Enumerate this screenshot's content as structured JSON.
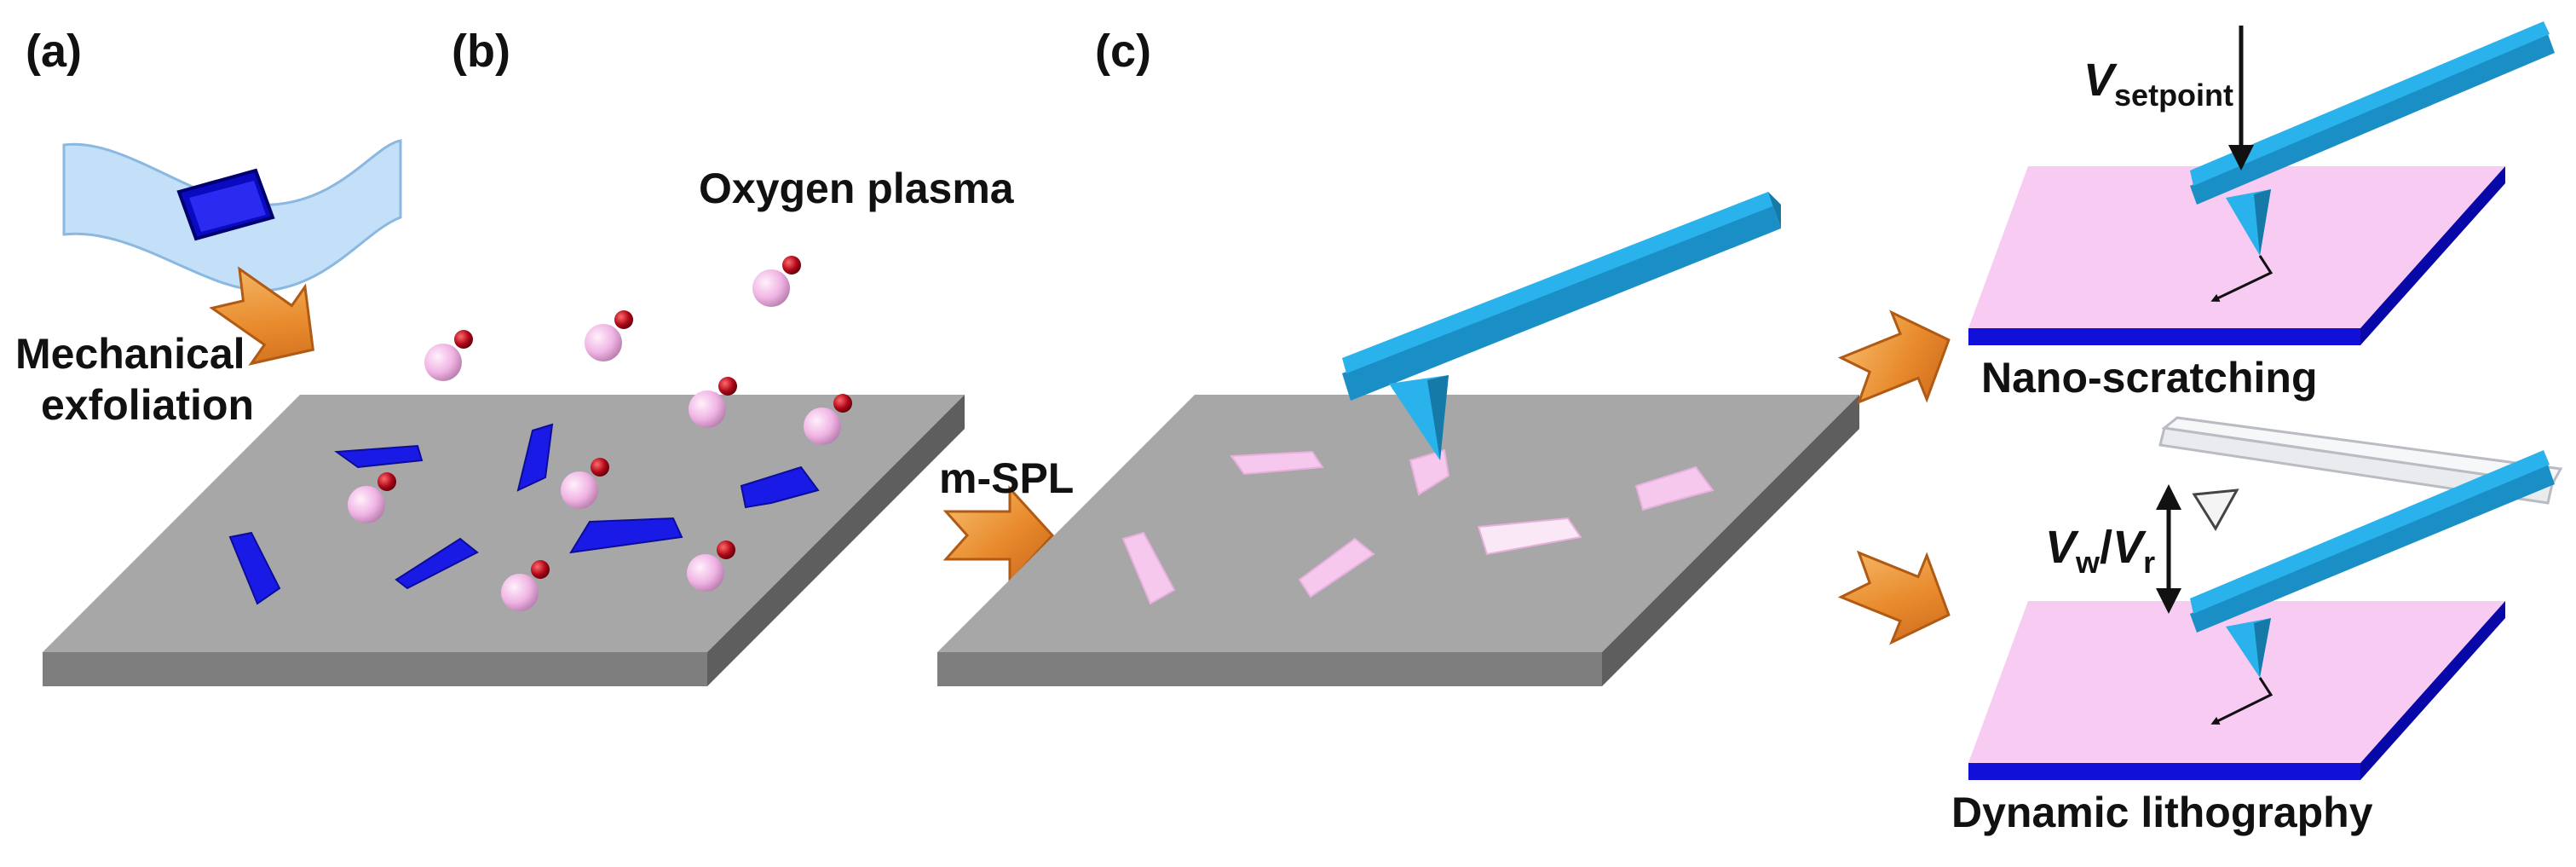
{
  "panels": {
    "a": "(a)",
    "b": "(b)",
    "c": "(c)"
  },
  "labels": {
    "mechanical": "Mechanical",
    "exfoliation": "exfoliation",
    "oxygen_plasma": "Oxygen plasma",
    "mspl": "m-SPL",
    "nano_scratching": "Nano-scratching",
    "dynamic_lithography": "Dynamic lithography"
  },
  "symbols": {
    "v": "V",
    "setpoint_sub": "setpoint",
    "w_sub": "w",
    "slash": "/",
    "r_sub": "r"
  },
  "colors": {
    "substrate_top": "#a7a7a7",
    "flake_blue": "#1a1ae6",
    "flake_pink": "#f6c8ee",
    "cantilever": "#2ab2ec",
    "film_pink": "#f8ccf2",
    "film_base": "#1010d8",
    "arrow_orange": "#e88a2c",
    "plasma_pink": "#f0b4e4",
    "plasma_red": "#b0081a",
    "tape": "#c4e0f8"
  }
}
